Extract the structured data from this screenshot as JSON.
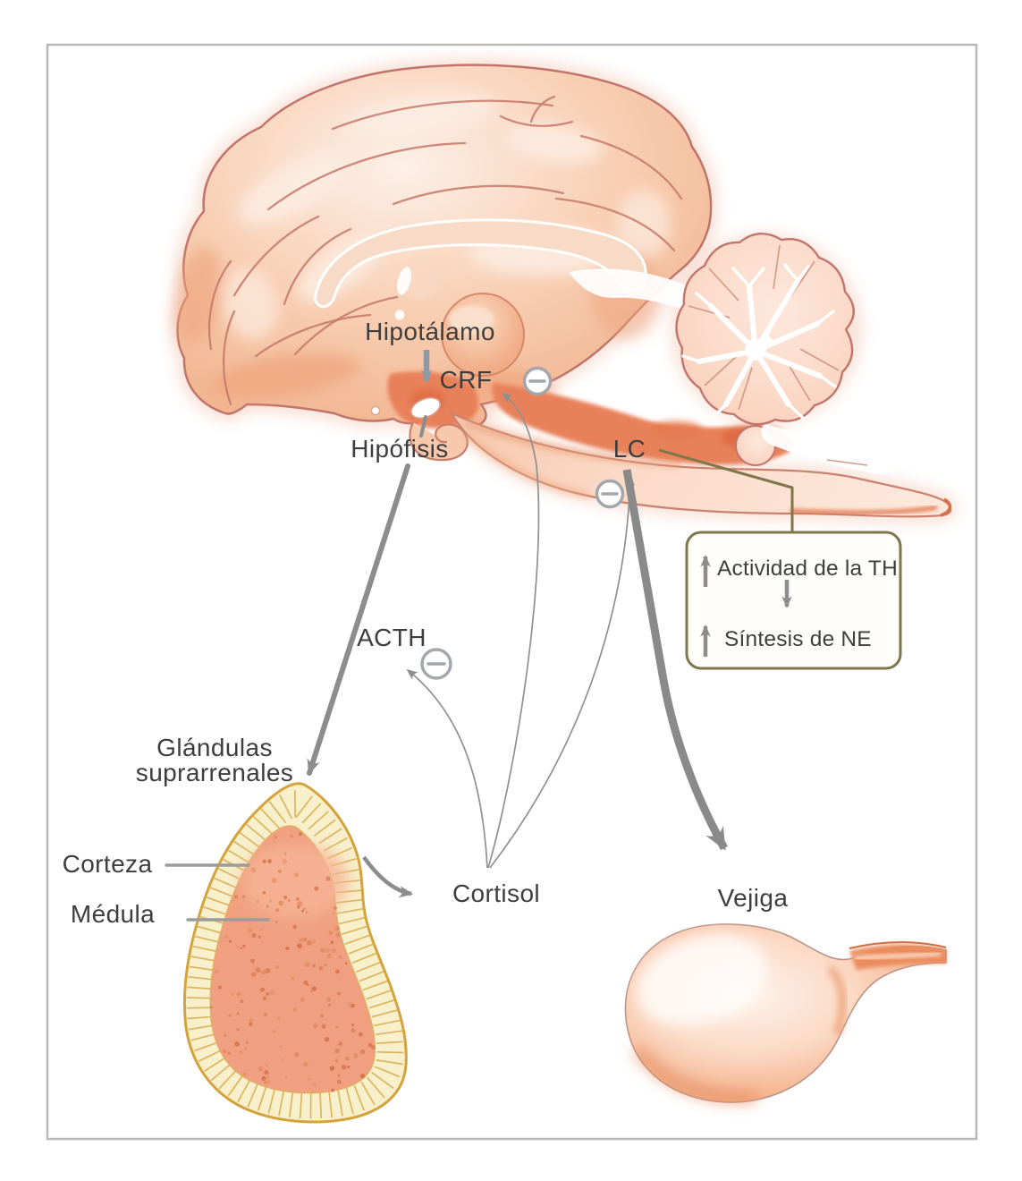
{
  "labels": {
    "hypothalamus": "Hipotálamo",
    "crf": "CRF",
    "pituitary": "Hipófisis",
    "lc": "LC",
    "acth": "ACTH",
    "adrenal_glands_line1": "Glándulas",
    "adrenal_glands_line2": "suprarrenales",
    "cortex": "Corteza",
    "medulla": "Médula",
    "cortisol": "Cortisol",
    "bladder": "Vejiga"
  },
  "box": {
    "line1": "Actividad de la TH",
    "line2": "Síntesis de NE"
  },
  "icons": {
    "negative_feedback": "⊖",
    "up_arrow": "↑",
    "down_arrow": "↓"
  },
  "colors": {
    "label_text": "#3e3e3e",
    "arrow_gray": "#8d8d8d",
    "feedback_circle_gray": "#a3a6aa",
    "box_border_olive": "#7f764b",
    "brain_peach": "#f8cfb4",
    "brain_dark_salmon": "#e8815a",
    "organ_outline": "#c1746a",
    "adrenal_cortex_cream": "#f8efcb",
    "adrenal_gold": "#d4a33c",
    "adrenal_medulla": "#f0a080",
    "frame_border": "#b9b9b9"
  }
}
